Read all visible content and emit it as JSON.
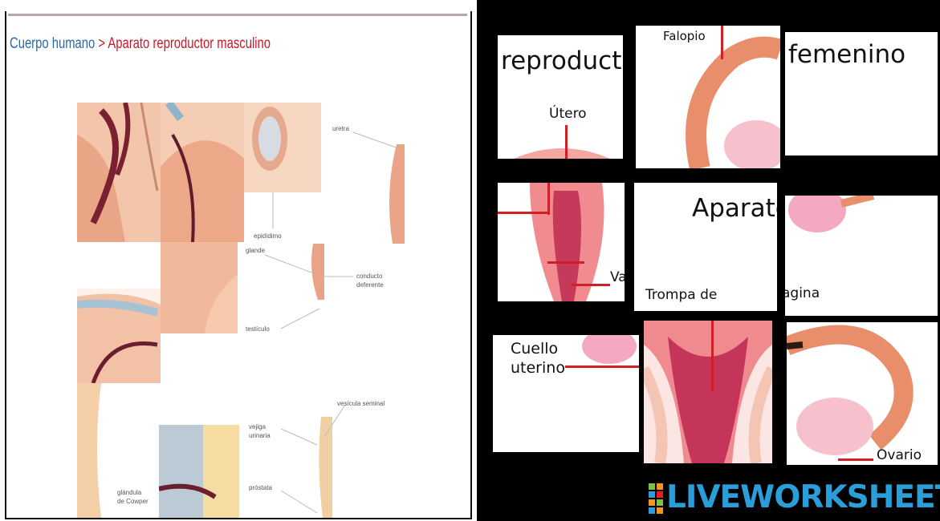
{
  "left": {
    "breadcrumb_root": "Cuerpo humano",
    "breadcrumb_separator": ">",
    "breadcrumb_current": "Aparato reproductor masculino",
    "labels": {
      "uretra": "uretra",
      "epididimo": "epidídimo",
      "glande": "glande",
      "conducto_1": "conducto",
      "conducto_2": "deferente",
      "testiculo": "testículo",
      "vesicula": "vesícula seminal",
      "vejiga_1": "vejiga",
      "vejiga_2": "urinaria",
      "prostata": "próstata",
      "cowper_1": "glándula",
      "cowper_2": "de Cowper"
    }
  },
  "right": {
    "words": {
      "reproductor": "reproductor",
      "utero": "Útero",
      "falopio": "Falopio",
      "femenino": "femenino",
      "ovario_top": "Ovario",
      "aparato": "Aparato",
      "va": "Va",
      "trompa": "Trompa de",
      "vagina": "agina",
      "cuello_1": "Cuello",
      "cuello_2": "uterino",
      "ovario": "Ovario"
    },
    "logo": "LIVEWORKSHEETS",
    "logo_icon_letters": [
      "L",
      "I",
      "V",
      "E"
    ]
  }
}
